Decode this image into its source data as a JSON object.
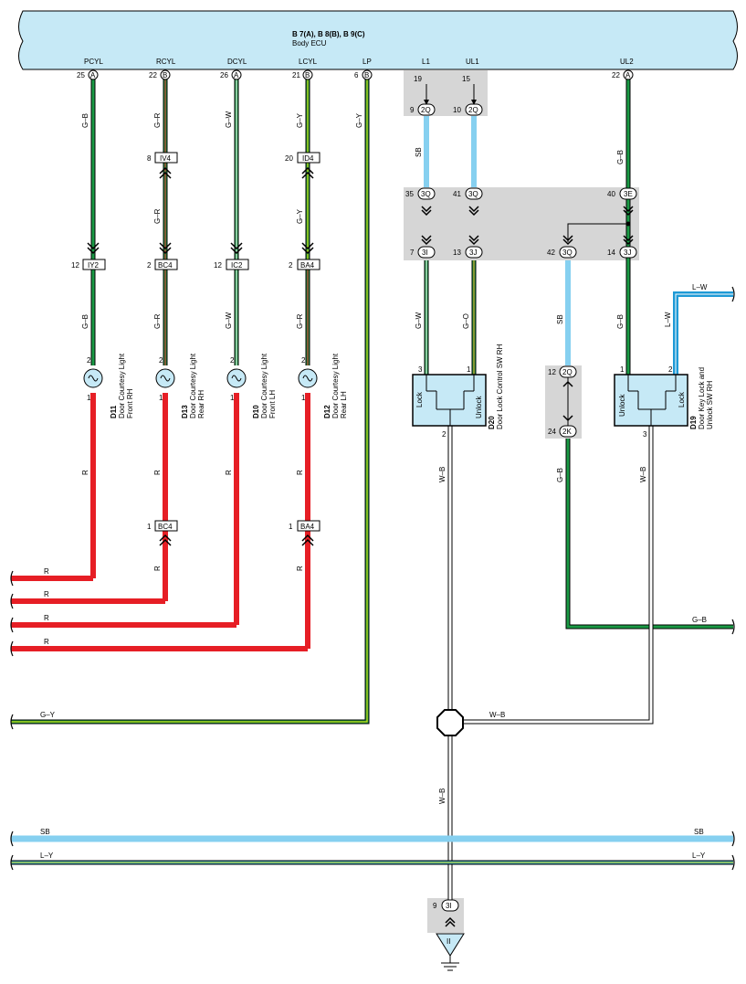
{
  "ecu": {
    "title": "B 7(A), B 8(B), B 9(C)",
    "subtitle": "Body ECU",
    "terminals": [
      {
        "name": "PCYL",
        "pin": "25",
        "conn": "A"
      },
      {
        "name": "RCYL",
        "pin": "22",
        "conn": "B"
      },
      {
        "name": "DCYL",
        "pin": "26",
        "conn": "A"
      },
      {
        "name": "LCYL",
        "pin": "21",
        "conn": "B"
      },
      {
        "name": "LP",
        "pin": "6",
        "conn": "B"
      },
      {
        "name": "L1",
        "pin": "19",
        "conn": ""
      },
      {
        "name": "UL1",
        "pin": "15",
        "conn": ""
      },
      {
        "name": "UL2",
        "pin": "22",
        "conn": "A"
      }
    ]
  },
  "connectors": {
    "iv4": "IV4",
    "id4": "ID4",
    "iy2": "IY2",
    "bc4": "BC4",
    "ic2": "IC2",
    "ba4": "BA4",
    "c2q": "2Q",
    "c3q": "3Q",
    "c3e": "3E",
    "c3i": "3I",
    "c3j": "3J",
    "c2k": "2K",
    "ii": "II"
  },
  "pins": {
    "p8": "8",
    "p20": "20",
    "p12": "12",
    "p2": "2",
    "p1": "1",
    "p9": "9",
    "p10": "10",
    "p35": "35",
    "p41": "41",
    "p40": "40",
    "p7": "7",
    "p13": "13",
    "p42": "42",
    "p14": "14",
    "p24": "24",
    "p3": "3"
  },
  "wires": {
    "gb": "G–B",
    "gr": "G–R",
    "gw": "G–W",
    "gy": "G–Y",
    "r": "R",
    "sb": "SB",
    "go": "G–O",
    "lw": "L–W",
    "wb": "W–B",
    "ly": "L–Y"
  },
  "components": {
    "d11": {
      "id": "D11",
      "l1": "Door Courtesy Light",
      "l2": "Front RH"
    },
    "d13": {
      "id": "D13",
      "l1": "Door Courtesy Light",
      "l2": "Rear RH"
    },
    "d10": {
      "id": "D10",
      "l1": "Door Courtesy Light",
      "l2": "Front LH"
    },
    "d12": {
      "id": "D12",
      "l1": "Door Courtesy Light",
      "l2": "Rear LH"
    },
    "d20": {
      "id": "D20",
      "l1": "Door Lock Control SW RH",
      "lock": "Lock",
      "unlock": "Unlock"
    },
    "d19": {
      "id": "D19",
      "l1": "Door Key Lock and",
      "l2": "Unlock SW RH",
      "lock": "Lock",
      "unlock": "Unlock"
    }
  },
  "colors": {
    "ecu_fill": "#c6e9f6",
    "red": "#e61e25",
    "green": "#1a9a45",
    "sky": "#86d0f0",
    "blue": "#1e9ad6",
    "yellow": "#f0e400",
    "gray": "#d6d6d6"
  }
}
